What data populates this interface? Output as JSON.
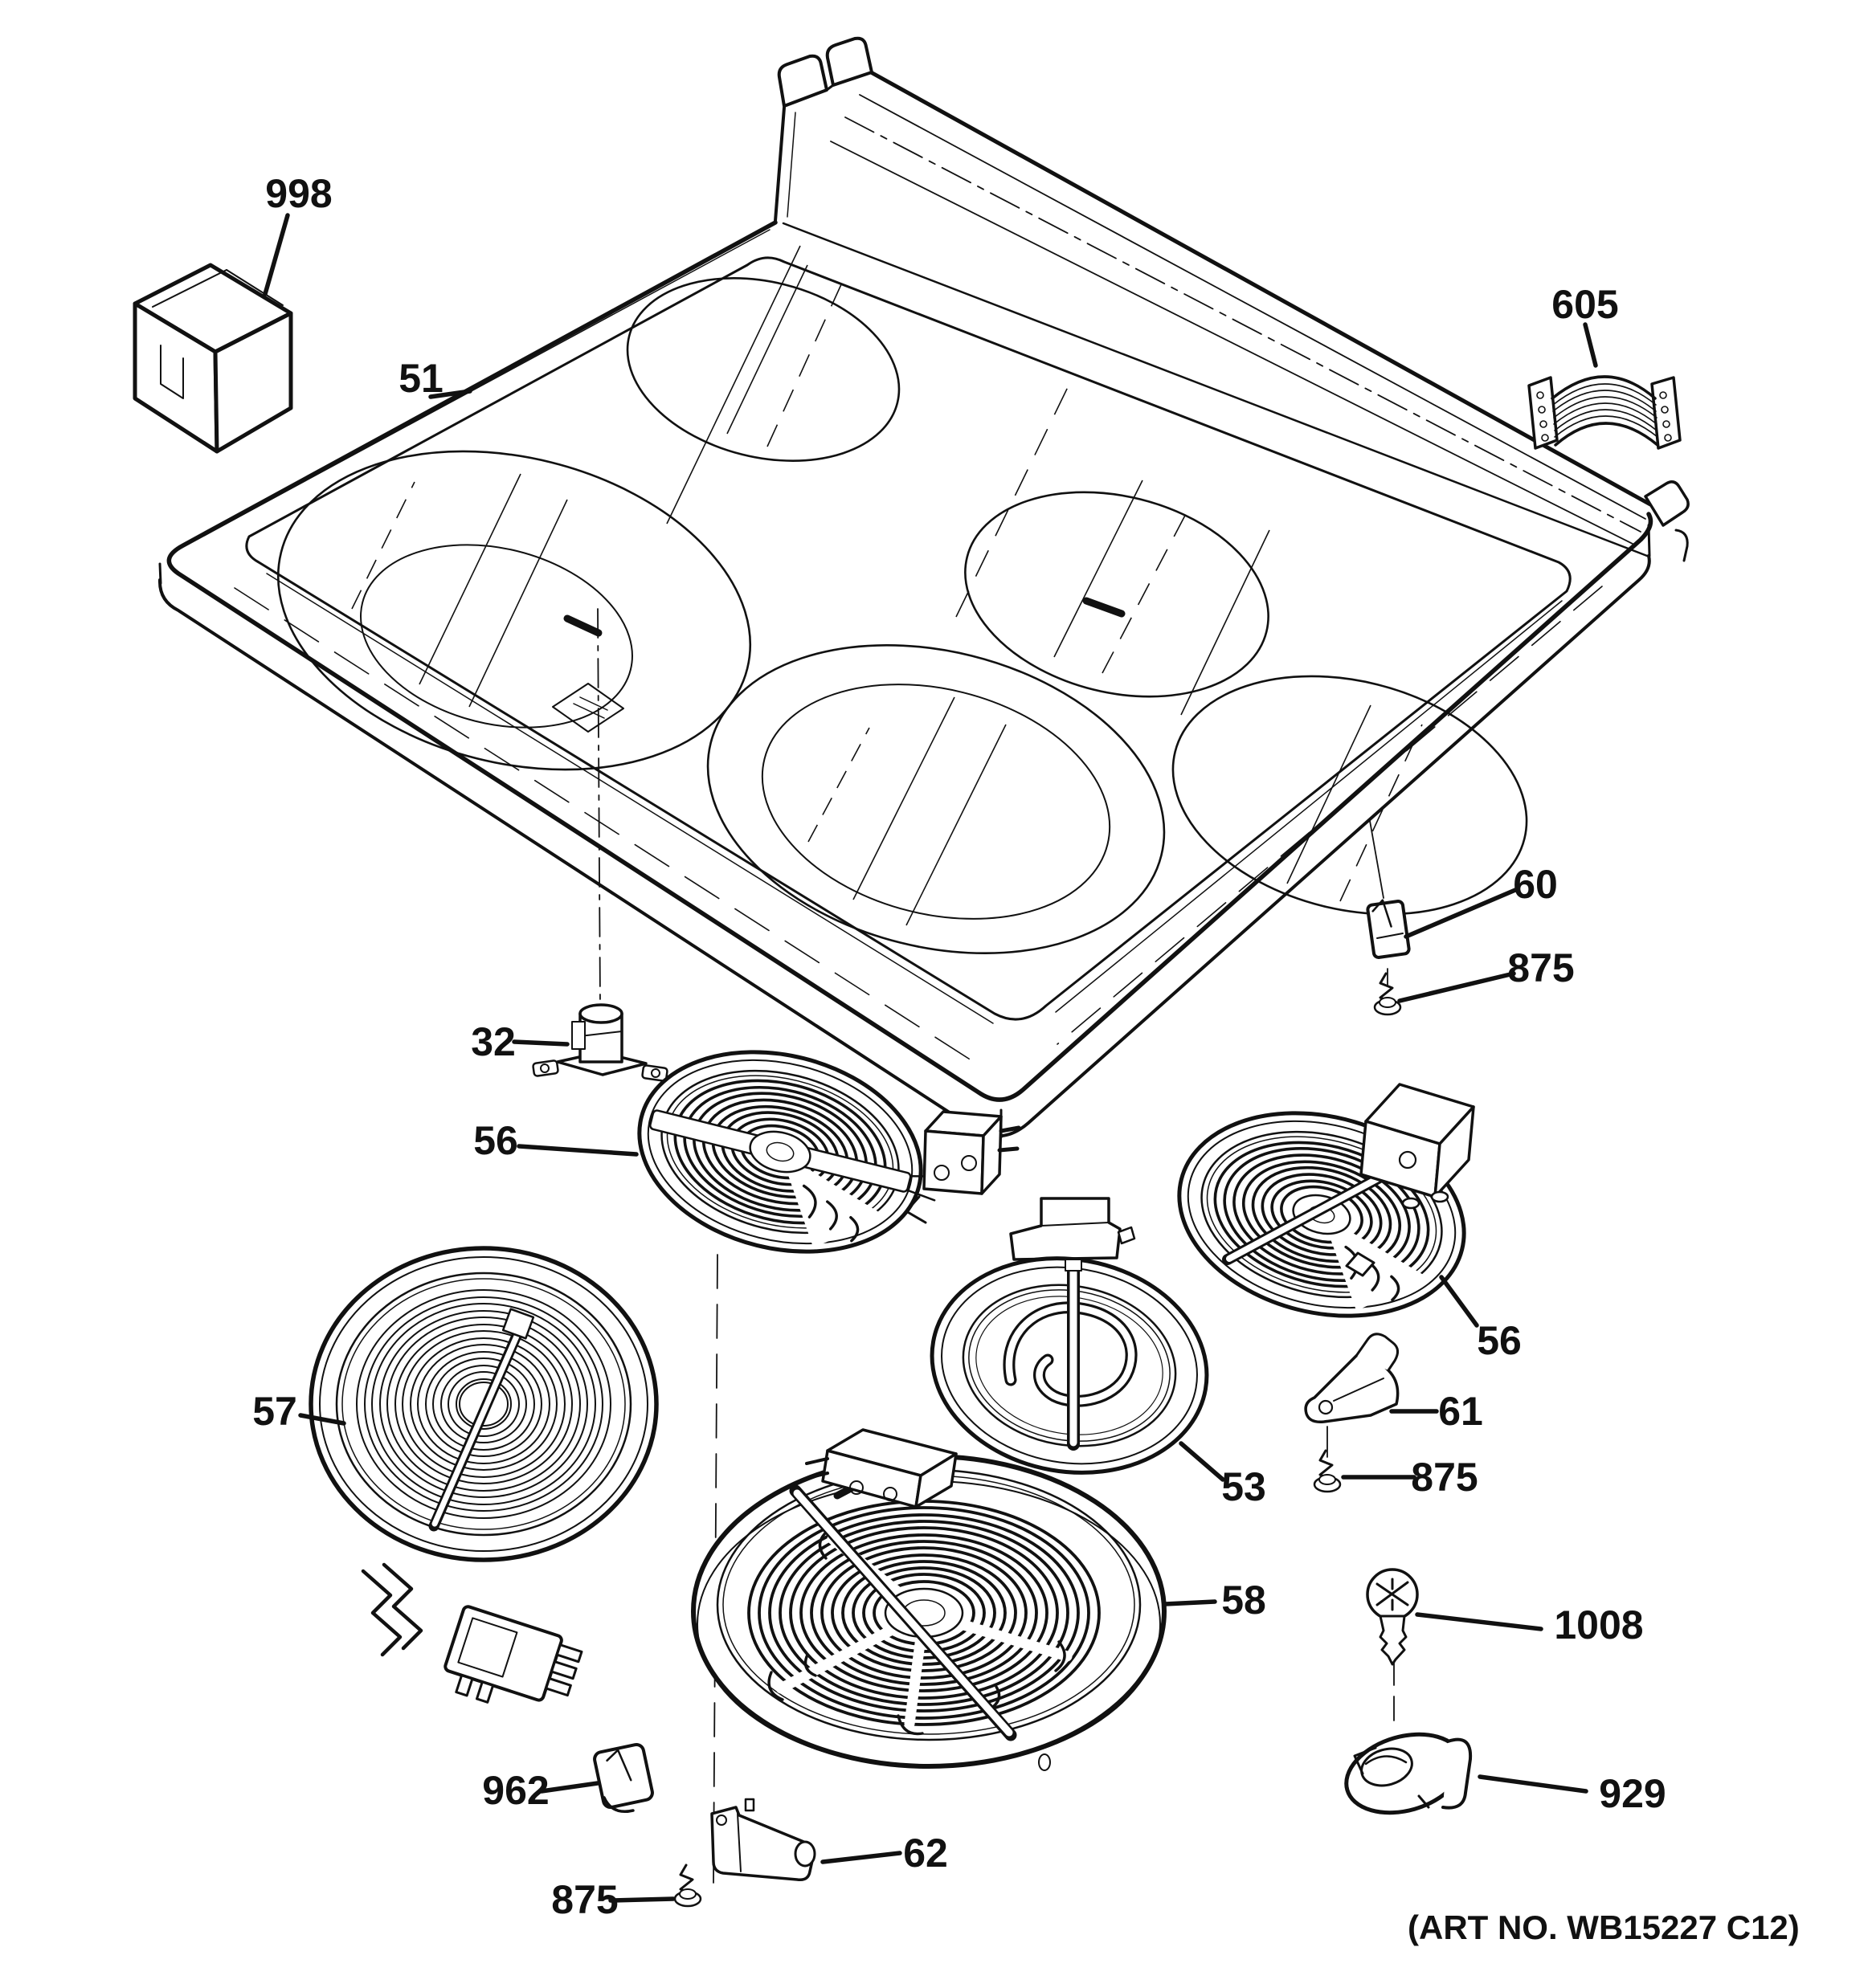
{
  "diagram": {
    "type": "exploded-parts-diagram",
    "subject": "range cooktop assembly",
    "art_no": "(ART NO. WB15227 C12)",
    "callouts": {
      "c998": "998",
      "c51": "51",
      "c605": "605",
      "c60": "60",
      "c875a": "875",
      "c32": "32",
      "c56a": "56",
      "c56b": "56",
      "c57": "57",
      "c53": "53",
      "c61": "61",
      "c875b": "875",
      "c58": "58",
      "c1008": "1008",
      "c962": "962",
      "c62": "62",
      "c875c": "875",
      "c929": "929"
    }
  }
}
